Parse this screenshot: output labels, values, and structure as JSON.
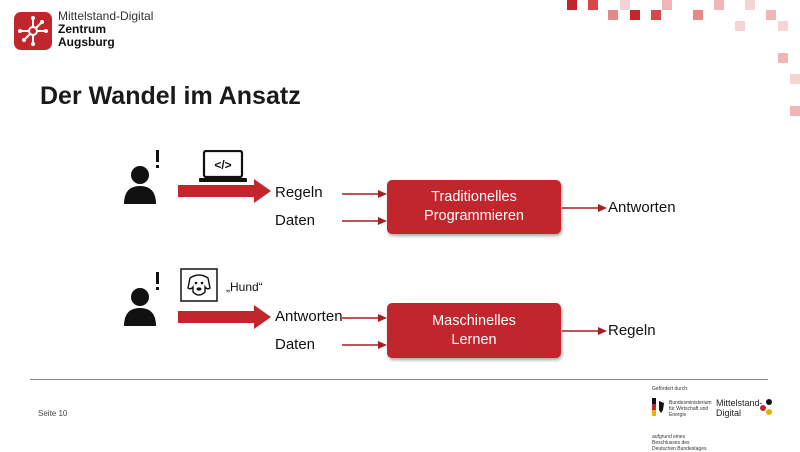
{
  "header": {
    "logo_line1": "Mittelstand-Digital",
    "logo_line2": "Zentrum",
    "logo_line3": "Augsburg"
  },
  "slide": {
    "title": "Der Wandel im Ansatz"
  },
  "row1": {
    "input_top": "Regeln",
    "input_bottom": "Daten",
    "process": "Traditionelles Programmieren",
    "output": "Antworten",
    "icon_code": "</>"
  },
  "row2": {
    "quote": "„Hund“",
    "input_top": "Antworten",
    "input_bottom": "Daten",
    "process": "Maschinelles Lernen",
    "output": "Regeln"
  },
  "footer": {
    "page_label": "Seite 10",
    "funded_by": "Gefördert durch:",
    "ministry": "Bundesministerium für Wirtschaft und Energie",
    "resolution": "aufgrund eines Beschlusses des Deutschen Bundestages",
    "md_line1": "Mittelstand-",
    "md_line2": "Digital"
  },
  "colors": {
    "accent": "#c0262b",
    "arrow": "#a51e22"
  }
}
